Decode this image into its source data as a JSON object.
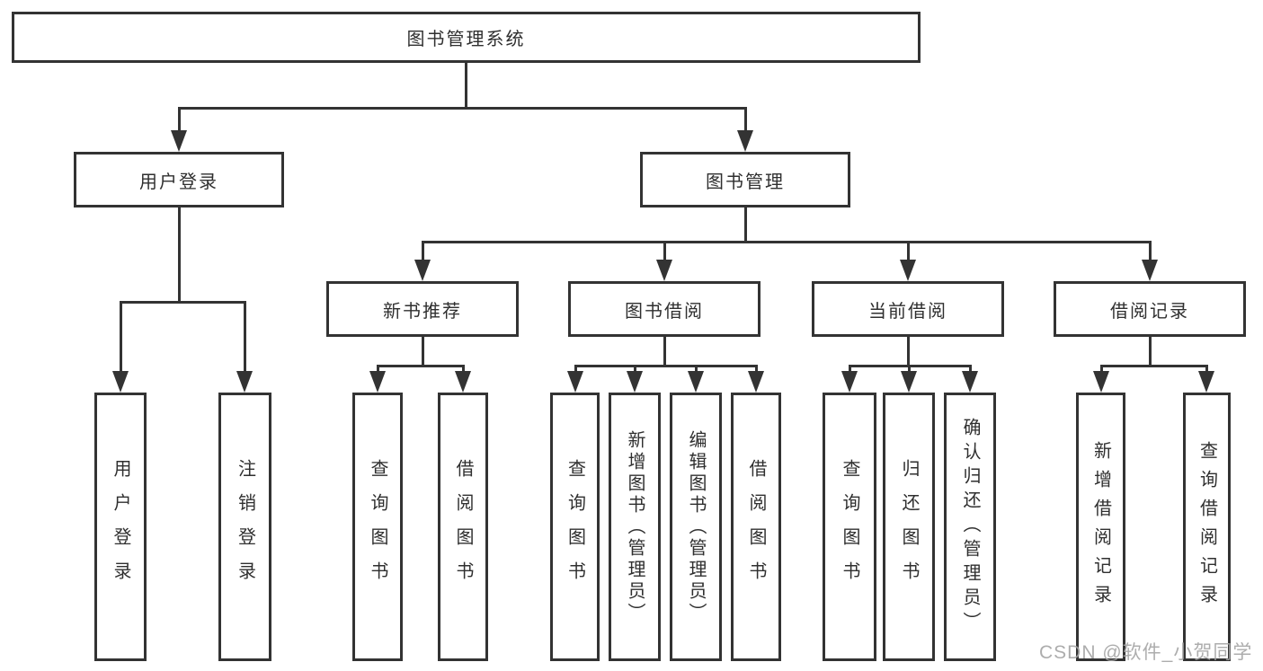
{
  "diagram": {
    "root": {
      "label": "图书管理系统"
    },
    "branches": {
      "user_login": {
        "label": "用户登录",
        "children": [
          "用户登录",
          "注销登录"
        ]
      },
      "book_management": {
        "label": "图书管理",
        "sections": [
          {
            "label": "新书推荐",
            "children": [
              "查询图书",
              "借阅图书"
            ]
          },
          {
            "label": "图书借阅",
            "children": [
              "查询图书",
              "新增图书（管理员）",
              "编辑图书（管理员）",
              "借阅图书"
            ]
          },
          {
            "label": "当前借阅",
            "children": [
              "查询图书",
              "归还图书",
              "确认归还（管理员）"
            ]
          },
          {
            "label": "借阅记录",
            "children": [
              "新增借阅记录",
              "查询借阅记录"
            ]
          }
        ]
      }
    }
  },
  "watermark": {
    "text": "CSDN @软件_小贺同学"
  },
  "colors": {
    "line": "#333333",
    "text": "#2f2f2f",
    "watermark": "#a4a4a4",
    "background": "#ffffff"
  }
}
